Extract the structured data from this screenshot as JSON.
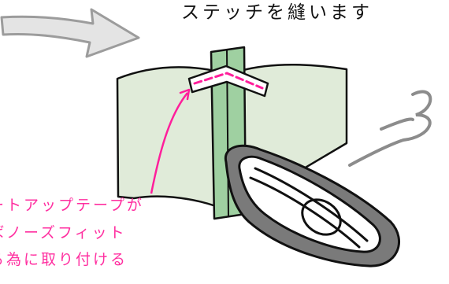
{
  "instruction_text": "ステッチを縫います",
  "annotation_lines": [
    "ートアップテープが",
    "ばノーズフィット",
    "る為に取り付ける"
  ],
  "colors": {
    "fabric": "#e0ebd9",
    "center_strip": "#9fd0a1",
    "tape": "#ffffff",
    "stitch": "#ff1f9b",
    "annotation": "#ff2fa0",
    "arrow_fill": "#e4e4e4",
    "arrow_stroke": "#9c9c9c",
    "iron_shell": "#7a7a7a",
    "steam": "#8c8c8c",
    "outline": "#111111"
  },
  "icons": [
    "arrow-icon",
    "iron-icon",
    "steam-icon"
  ]
}
